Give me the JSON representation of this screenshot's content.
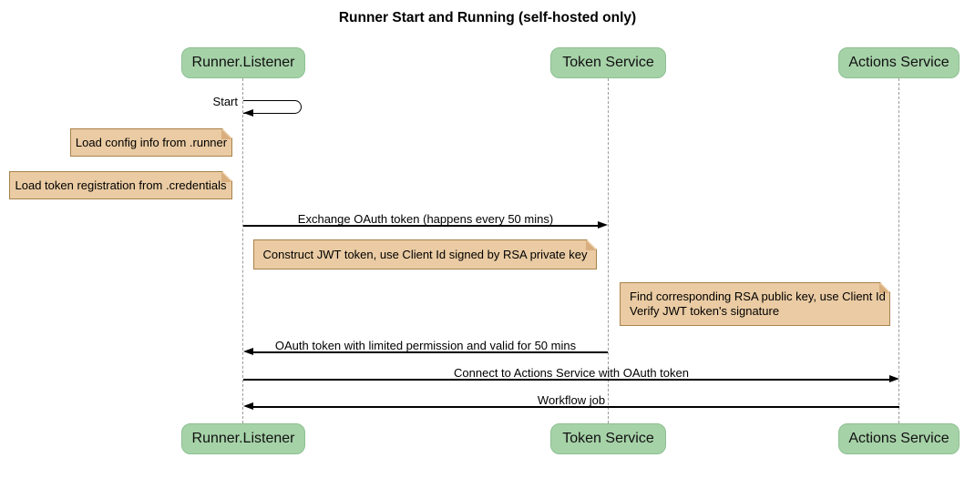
{
  "title": "Runner Start and Running (self-hosted only)",
  "participants": [
    {
      "id": "runner-listener",
      "label": "Runner.Listener"
    },
    {
      "id": "token-service",
      "label": "Token Service"
    },
    {
      "id": "actions-service",
      "label": "Actions Service"
    }
  ],
  "messages": [
    {
      "label": "Start",
      "from": "Runner.Listener",
      "to": "Runner.Listener",
      "kind": "self"
    },
    {
      "label": "Exchange OAuth token (happens every 50 mins)",
      "from": "Runner.Listener",
      "to": "Token Service",
      "kind": "solid-arrow"
    },
    {
      "label": "OAuth token with limited permission and valid for 50 mins",
      "from": "Token Service",
      "to": "Runner.Listener",
      "kind": "solid-arrow"
    },
    {
      "label": "Connect to Actions Service with OAuth token",
      "from": "Runner.Listener",
      "to": "Actions Service",
      "kind": "solid-arrow"
    },
    {
      "label": "Workflow job",
      "from": "Actions Service",
      "to": "Runner.Listener",
      "kind": "solid-arrow"
    }
  ],
  "notes": [
    {
      "text": "Load config info from .runner",
      "position": "left of Runner.Listener"
    },
    {
      "text": "Load token registration from .credentials",
      "position": "left of Runner.Listener"
    },
    {
      "text": "Construct JWT token, use Client Id signed by RSA private key",
      "position": "over Runner.Listener and Token Service"
    },
    {
      "lines": [
        "Find corresponding RSA public key, use Client Id",
        "Verify JWT token's signature"
      ],
      "position": "right of Token Service"
    }
  ],
  "colors": {
    "actor-fill": "#A6D2A8",
    "actor-border": "#8CC091",
    "note-fill": "#EACBA3",
    "note-border": "#A8824B",
    "note-fold": "#D9AE7E",
    "lifeline": "#9B9B9B",
    "arrow": "#000000",
    "text": "#111111",
    "background": "#FFFFFF"
  }
}
